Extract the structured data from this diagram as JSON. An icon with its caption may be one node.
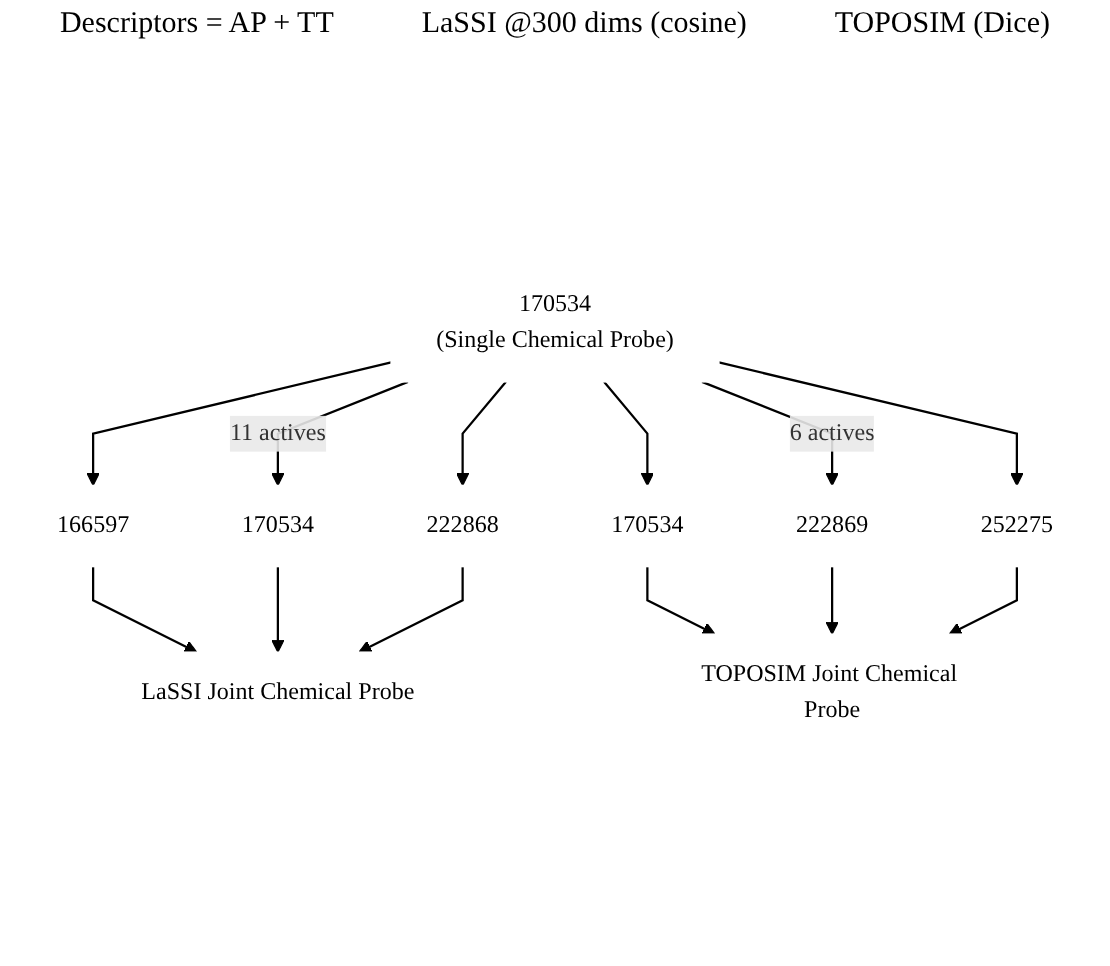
{
  "diagram": {
    "nodes": [
      {
        "text": [
          "170534",
          "(Single Chemical Probe)"
        ]
      },
      {
        "text": [
          "166597"
        ]
      },
      {
        "text": [
          "170534"
        ]
      },
      {
        "text": [
          "222868"
        ]
      },
      {
        "text": [
          "170534"
        ]
      },
      {
        "text": [
          "222869"
        ]
      },
      {
        "text": [
          "252275"
        ]
      },
      {
        "text": [
          "LaSSI Joint Chemical Probe"
        ]
      },
      {
        "text": [
          "TOPOSIM Joint Chemical Probe"
        ]
      }
    ],
    "edges": [
      {
        "from": 0,
        "to": 1,
        "arrow": "to"
      },
      {
        "from": 0,
        "to": 2,
        "arrow": "to",
        "label": "11 actives"
      },
      {
        "from": 0,
        "to": 3,
        "arrow": "to"
      },
      {
        "from": 0,
        "to": 4,
        "arrow": "to"
      },
      {
        "from": 0,
        "to": 5,
        "arrow": "to",
        "label": "6 actives"
      },
      {
        "from": 0,
        "to": 6,
        "arrow": "to"
      },
      {
        "from": 1,
        "to": 7,
        "arrow": "to"
      },
      {
        "from": 2,
        "to": 7,
        "arrow": "to"
      },
      {
        "from": 3,
        "to": 7,
        "arrow": "to"
      },
      {
        "from": 4,
        "to": 8,
        "arrow": "to"
      },
      {
        "from": 5,
        "to": 8,
        "arrow": "to"
      },
      {
        "from": 6,
        "to": 8,
        "arrow": "to"
      }
    ],
    "labels": [
      "Descriptors = AP + TT",
      "LaSSI @300 dims (cosine)",
      "TOPOSIM (Dice)"
    ]
  }
}
